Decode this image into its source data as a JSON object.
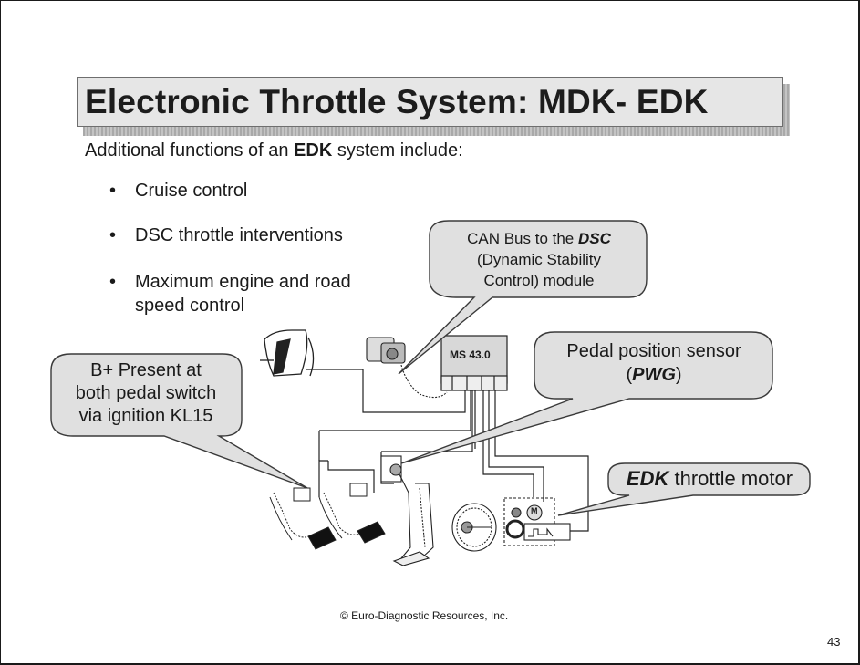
{
  "slide": {
    "title": "Electronic Throttle System:  MDK- EDK",
    "intro": {
      "prefix": "Additional functions of an ",
      "bold": "EDK",
      "suffix": " system include:"
    },
    "bullet_glyph": "•",
    "bullets": [
      {
        "line1": "Cruise control"
      },
      {
        "line1": "DSC throttle interventions"
      },
      {
        "line1": "Maximum engine and road",
        "line2": "speed control"
      }
    ],
    "footer": {
      "copyright": "© Euro-Diagnostic Resources, Inc.",
      "page_number": "43"
    }
  },
  "diagram": {
    "ecu_label": "MS 43.0",
    "motor_label": "M",
    "colors": {
      "callout_fill": "#e0e0e0",
      "callout_stroke": "#3a3a3a",
      "title_fill": "#e6e6e6",
      "pedal_pad": "#111111",
      "ecu_fill": "#d8d8d8"
    },
    "callouts": {
      "can_bus": {
        "line1_prefix": "CAN Bus to the ",
        "line1_bold_italic": "DSC",
        "line2": "(Dynamic Stability",
        "line3": "Control) module"
      },
      "b_plus": {
        "line1": "B+ Present at",
        "line2": "both pedal switch",
        "line3": "via ignition KL15"
      },
      "pedal_sensor": {
        "line1": "Pedal position sensor",
        "line2_open": "(",
        "line2_bold_italic": "PWG",
        "line2_close": ")"
      },
      "throttle_motor": {
        "bold_italic": "EDK",
        "suffix": " throttle motor"
      }
    }
  }
}
